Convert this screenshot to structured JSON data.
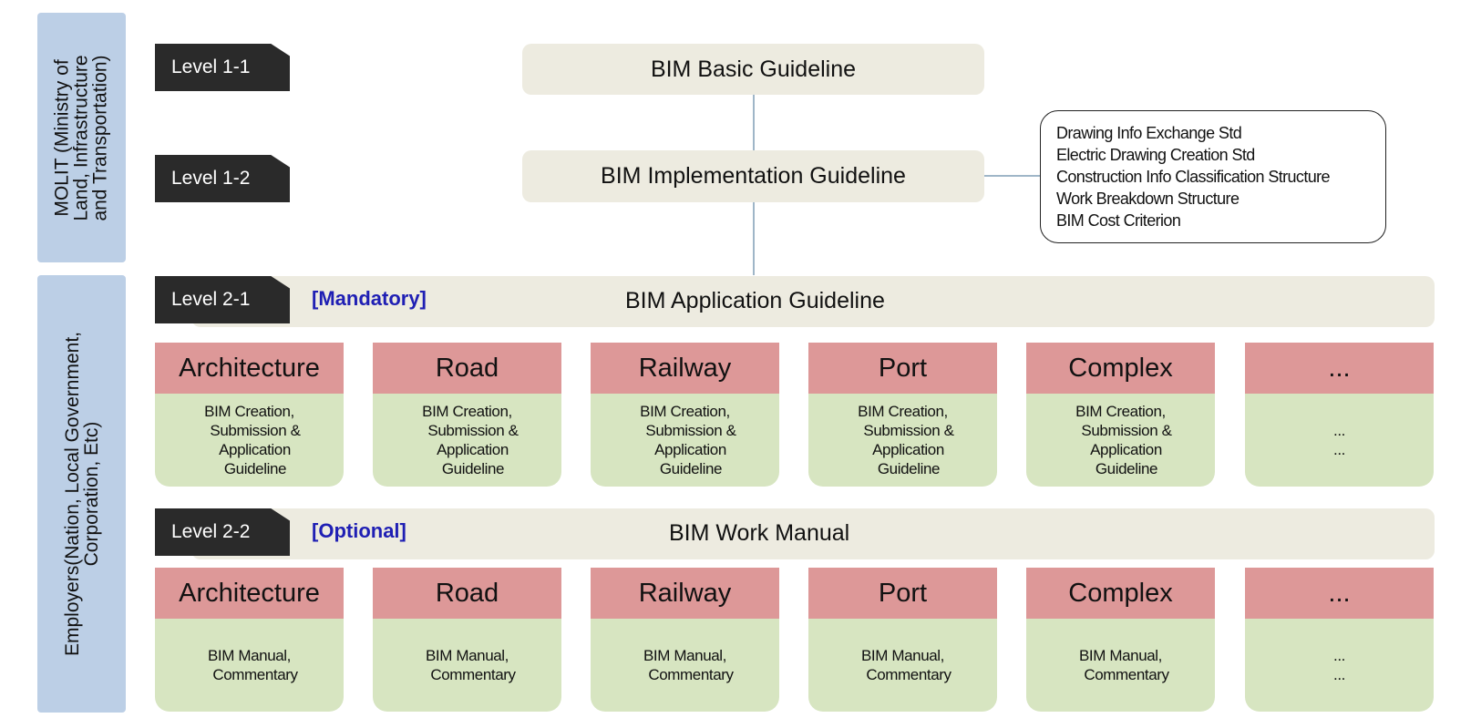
{
  "side_labels": {
    "molit": "MOLIT (Ministry of\nLand, Infrastructure\nand Transportation)",
    "employers": "Employers(Nation, Local Government,\nCorporation, Etc)"
  },
  "levels": {
    "l11": "Level 1-1",
    "l12": "Level 1-2",
    "l21": "Level 2-1",
    "l22": "Level 2-2"
  },
  "guidelines": {
    "basic": "BIM Basic Guideline",
    "implementation": "BIM Implementation Guideline",
    "application": "BIM Application Guideline",
    "work_manual": "BIM Work Manual"
  },
  "modes": {
    "mandatory": "[Mandatory]",
    "optional": "[Optional]"
  },
  "standards": [
    "Drawing Info Exchange Std",
    "Electric Drawing Creation Std",
    "Construction Info Classification Structure",
    "Work Breakdown Structure",
    "BIM  Cost Criterion"
  ],
  "application_cards": [
    {
      "title": "Architecture",
      "body": "BIM Creation,\n   Submission &\n   Application\n   Guideline"
    },
    {
      "title": "Road",
      "body": "BIM Creation,\n   Submission &\n   Application\n   Guideline"
    },
    {
      "title": "Railway",
      "body": "BIM Creation,\n   Submission &\n   Application\n   Guideline"
    },
    {
      "title": "Port",
      "body": "BIM Creation,\n   Submission &\n   Application\n   Guideline"
    },
    {
      "title": "Complex",
      "body": "BIM Creation,\n   Submission &\n   Application\n   Guideline"
    },
    {
      "title": "...",
      "body": "...\n..."
    }
  ],
  "manual_cards": [
    {
      "title": "Architecture",
      "body": "BIM Manual,\n   Commentary"
    },
    {
      "title": "Road",
      "body": "BIM Manual,\n   Commentary"
    },
    {
      "title": "Railway",
      "body": "BIM Manual,\n   Commentary"
    },
    {
      "title": "Port",
      "body": "BIM Manual,\n   Commentary"
    },
    {
      "title": "Complex",
      "body": "BIM Manual,\n   Commentary"
    },
    {
      "title": "...",
      "body": "...\n..."
    }
  ]
}
